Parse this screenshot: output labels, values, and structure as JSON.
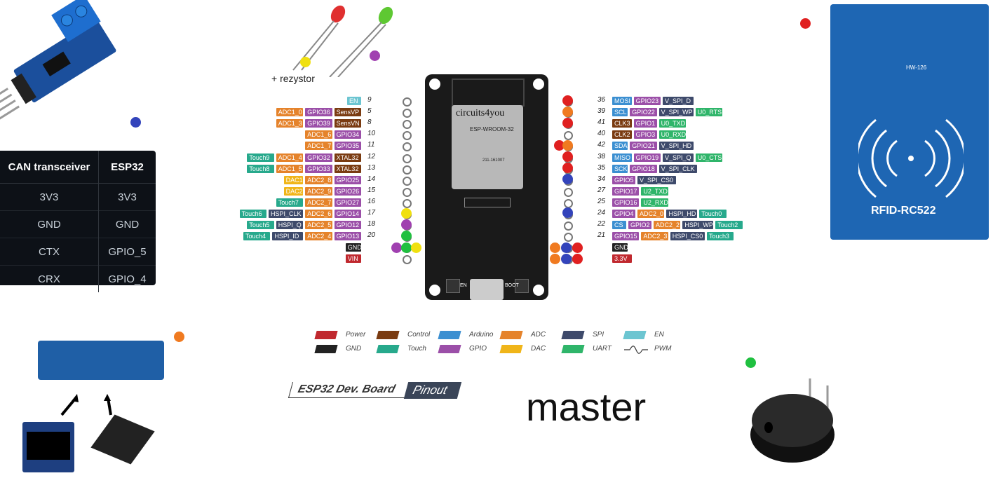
{
  "can_table": {
    "headers": [
      "CAN transceiver",
      "ESP32"
    ],
    "rows": [
      [
        "3V3",
        "3V3"
      ],
      [
        "GND",
        "GND"
      ],
      [
        "CTX",
        "GPIO_5"
      ],
      [
        "CRX",
        "GPIO_4"
      ]
    ]
  },
  "led_caption": "+ rezystor",
  "board": {
    "brand": "circuits4you",
    "module": "ESP-WROOM-32",
    "fcc": "211-161007",
    "btn_en": "EN",
    "btn_boot": "BOOT"
  },
  "left_pins": [
    {
      "num": "9",
      "labels": [
        [
          "EN",
          "#6cc5d1"
        ]
      ]
    },
    {
      "num": "5",
      "labels": [
        [
          "ADC1_0",
          "#e5832b"
        ],
        [
          "GPIO36",
          "#9b4fa8"
        ],
        [
          "SensVP",
          "#7a3b11"
        ]
      ]
    },
    {
      "num": "8",
      "labels": [
        [
          "ADC1_3",
          "#e5832b"
        ],
        [
          "GPIO39",
          "#9b4fa8"
        ],
        [
          "SensVN",
          "#7a3b11"
        ]
      ]
    },
    {
      "num": "10",
      "labels": [
        [
          "ADC1_6",
          "#e5832b"
        ],
        [
          "GPIO34",
          "#9b4fa8"
        ]
      ]
    },
    {
      "num": "11",
      "labels": [
        [
          "ADC1_7",
          "#e5832b"
        ],
        [
          "GPIO35",
          "#9b4fa8"
        ]
      ]
    },
    {
      "num": "12",
      "labels": [
        [
          "Touch9",
          "#27a98c"
        ],
        [
          "ADC1_4",
          "#e5832b"
        ],
        [
          "GPIO32",
          "#9b4fa8"
        ],
        [
          "XTAL32",
          "#7a3b11"
        ]
      ]
    },
    {
      "num": "13",
      "labels": [
        [
          "Touch8",
          "#27a98c"
        ],
        [
          "ADC1_5",
          "#e5832b"
        ],
        [
          "GPIO33",
          "#9b4fa8"
        ],
        [
          "XTAL32",
          "#7a3b11"
        ]
      ]
    },
    {
      "num": "14",
      "labels": [
        [
          "DAC1",
          "#f0b519"
        ],
        [
          "ADC2_8",
          "#e5832b"
        ],
        [
          "GPIO25",
          "#9b4fa8"
        ]
      ]
    },
    {
      "num": "15",
      "labels": [
        [
          "DAC2",
          "#f0b519"
        ],
        [
          "ADC2_9",
          "#e5832b"
        ],
        [
          "GPIO26",
          "#9b4fa8"
        ]
      ]
    },
    {
      "num": "16",
      "labels": [
        [
          "Touch7",
          "#27a98c"
        ],
        [
          "ADC2_7",
          "#e5832b"
        ],
        [
          "GPIO27",
          "#9b4fa8"
        ]
      ]
    },
    {
      "num": "17",
      "labels": [
        [
          "Touch6",
          "#27a98c"
        ],
        [
          "HSPI_CLK",
          "#3e4a6b"
        ],
        [
          "ADC2_6",
          "#e5832b"
        ],
        [
          "GPIO14",
          "#9b4fa8"
        ]
      ]
    },
    {
      "num": "18",
      "labels": [
        [
          "Touch5",
          "#27a98c"
        ],
        [
          "HSPI_Q",
          "#3e4a6b"
        ],
        [
          "ADC2_5",
          "#e5832b"
        ],
        [
          "GPIO12",
          "#9b4fa8"
        ]
      ]
    },
    {
      "num": "20",
      "labels": [
        [
          "Touch4",
          "#27a98c"
        ],
        [
          "HSPI_ID",
          "#3e4a6b"
        ],
        [
          "ADC2_4",
          "#e5832b"
        ],
        [
          "GPIO13",
          "#9b4fa8"
        ]
      ]
    },
    {
      "num": "",
      "labels": [
        [
          "GND",
          "#222222"
        ]
      ]
    },
    {
      "num": "",
      "labels": [
        [
          "VIN",
          "#c0282e"
        ]
      ]
    }
  ],
  "right_pins": [
    {
      "num": "36",
      "labels": [
        [
          "MOSI",
          "#3b8fd1"
        ],
        [
          "GPIO23",
          "#9b4fa8"
        ],
        [
          "V_SPI_D",
          "#3e4a6b"
        ]
      ]
    },
    {
      "num": "39",
      "labels": [
        [
          "SCL",
          "#3b8fd1"
        ],
        [
          "GPIO22",
          "#9b4fa8"
        ],
        [
          "V_SPI_WP",
          "#3e4a6b"
        ],
        [
          "U0_RTS",
          "#2fb56a"
        ]
      ]
    },
    {
      "num": "41",
      "labels": [
        [
          "CLK3",
          "#7a3b11"
        ],
        [
          "GPIO1",
          "#9b4fa8"
        ],
        [
          "U0_TXD",
          "#2fb56a"
        ]
      ]
    },
    {
      "num": "40",
      "labels": [
        [
          "CLK2",
          "#7a3b11"
        ],
        [
          "GPIO3",
          "#9b4fa8"
        ],
        [
          "U0_RXD",
          "#2fb56a"
        ]
      ]
    },
    {
      "num": "42",
      "labels": [
        [
          "SDA",
          "#3b8fd1"
        ],
        [
          "GPIO21",
          "#9b4fa8"
        ],
        [
          "V_SPI_HD",
          "#3e4a6b"
        ]
      ]
    },
    {
      "num": "38",
      "labels": [
        [
          "MISO",
          "#3b8fd1"
        ],
        [
          "GPIO19",
          "#9b4fa8"
        ],
        [
          "V_SPI_Q",
          "#3e4a6b"
        ],
        [
          "U0_CTS",
          "#2fb56a"
        ]
      ]
    },
    {
      "num": "35",
      "labels": [
        [
          "SCK",
          "#3b8fd1"
        ],
        [
          "GPIO18",
          "#9b4fa8"
        ],
        [
          "V_SPI_CLK",
          "#3e4a6b"
        ]
      ]
    },
    {
      "num": "34",
      "labels": [
        [
          "GPIO5",
          "#9b4fa8"
        ],
        [
          "V_SPI_CS0",
          "#3e4a6b"
        ]
      ]
    },
    {
      "num": "27",
      "labels": [
        [
          "GPIO17",
          "#9b4fa8"
        ],
        [
          "U2_TXD",
          "#2fb56a"
        ]
      ]
    },
    {
      "num": "25",
      "labels": [
        [
          "GPIO16",
          "#9b4fa8"
        ],
        [
          "U2_RXD",
          "#2fb56a"
        ]
      ]
    },
    {
      "num": "24",
      "labels": [
        [
          "GPIO4",
          "#9b4fa8"
        ],
        [
          "ADC2_0",
          "#e5832b"
        ],
        [
          "HSPI_HD",
          "#3e4a6b"
        ],
        [
          "Touch0",
          "#27a98c"
        ]
      ]
    },
    {
      "num": "22",
      "labels": [
        [
          "CS",
          "#3b8fd1"
        ],
        [
          "GPIO2",
          "#9b4fa8"
        ],
        [
          "ADC2_2",
          "#e5832b"
        ],
        [
          "HSPI_WP",
          "#3e4a6b"
        ],
        [
          "Touch2",
          "#27a98c"
        ]
      ]
    },
    {
      "num": "21",
      "labels": [
        [
          "GPIO15",
          "#9b4fa8"
        ],
        [
          "ADC2_3",
          "#e5832b"
        ],
        [
          "HSPI_CS0",
          "#3e4a6b"
        ],
        [
          "Touch3",
          "#27a98c"
        ]
      ]
    },
    {
      "num": "",
      "labels": [
        [
          "GND",
          "#222222"
        ]
      ]
    },
    {
      "num": "",
      "labels": [
        [
          "3.3V",
          "#c0282e"
        ]
      ]
    }
  ],
  "legend": [
    {
      "label": "Power",
      "color": "#c0282e"
    },
    {
      "label": "Control",
      "color": "#7a3b11"
    },
    {
      "label": "Arduino",
      "color": "#3b8fd1"
    },
    {
      "label": "ADC",
      "color": "#e5832b"
    },
    {
      "label": "SPI",
      "color": "#3e4a6b"
    },
    {
      "label": "EN",
      "color": "#6cc5d1"
    },
    {
      "label": "GND",
      "color": "#222222"
    },
    {
      "label": "Touch",
      "color": "#27a98c"
    },
    {
      "label": "GPIO",
      "color": "#9b4fa8"
    },
    {
      "label": "DAC",
      "color": "#f0b519"
    },
    {
      "label": "UART",
      "color": "#2fb56a"
    },
    {
      "label": "PWM",
      "color": ""
    }
  ],
  "banner": {
    "left": "ESP32 Dev. Board",
    "right": "Pinout"
  },
  "rfid_label": "RFID-RC522",
  "rfid_model": "HW-126",
  "master_text": "master",
  "colors": {
    "red": "#e02020",
    "orange": "#f07a20",
    "blue": "#3344bb",
    "purple": "#a040b0",
    "yellow": "#f0e010",
    "green": "#20c040"
  }
}
